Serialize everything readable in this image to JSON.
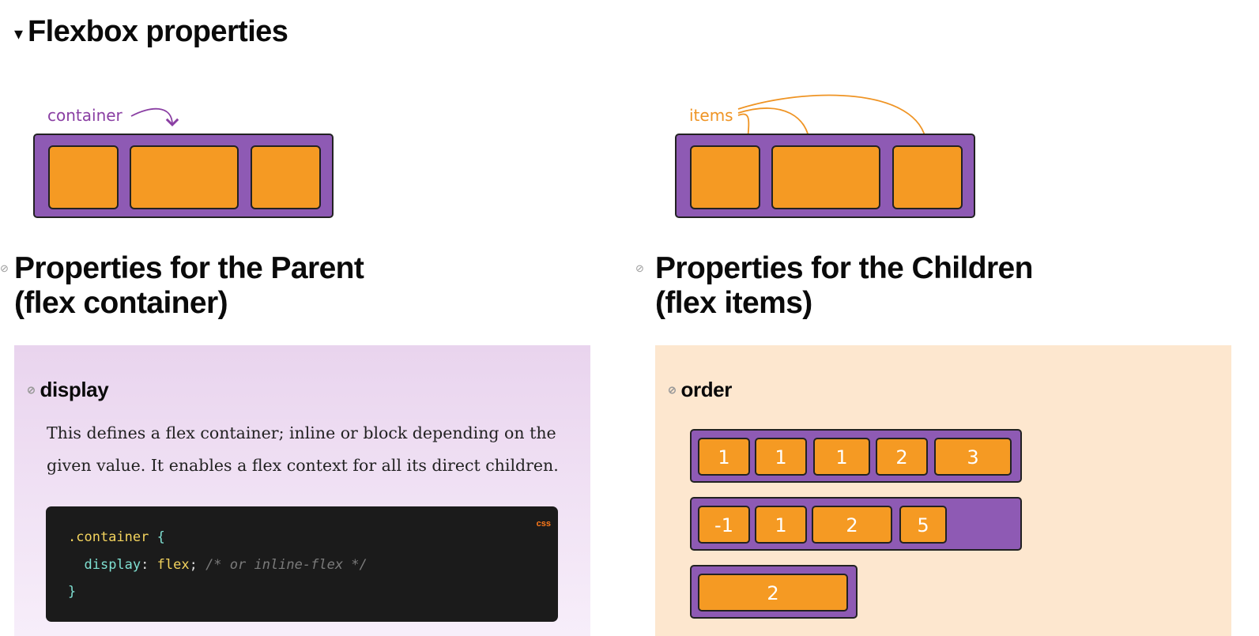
{
  "section": {
    "title": "Flexbox properties",
    "toggle_icon": "triangle-down-icon"
  },
  "illustrations": {
    "container_label": "container",
    "items_label": "items"
  },
  "columns": {
    "parent": {
      "heading_line1": "Properties for the Parent",
      "heading_line2": "(flex container)",
      "icon": "link-icon"
    },
    "children": {
      "heading_line1": "Properties for the Children",
      "heading_line2": "(flex items)",
      "icon": "link-icon"
    }
  },
  "parent_panel": {
    "property": "display",
    "description_line1": "This defines a flex container; inline or block depending on the",
    "description_line2": "given value. It enables a flex context for all its direct children.",
    "code": {
      "language": "css",
      "line1_selector": ".container",
      "line1_brace": " {",
      "line2_property": "display",
      "line2_colon": ": ",
      "line2_value": "flex",
      "line2_semicolon": ";",
      "line2_comment": " /* or inline-flex */",
      "line3_brace": "}"
    }
  },
  "children_panel": {
    "property": "order",
    "order_rows": [
      [
        "1",
        "1",
        "1",
        "2",
        "3"
      ],
      [
        "-1",
        "1",
        "2",
        "5"
      ],
      [
        "2"
      ]
    ]
  },
  "colors": {
    "purple": "#8e5ab4",
    "orange": "#f59a23",
    "label_purple": "#8a3fa3",
    "label_orange": "#ef9424"
  }
}
